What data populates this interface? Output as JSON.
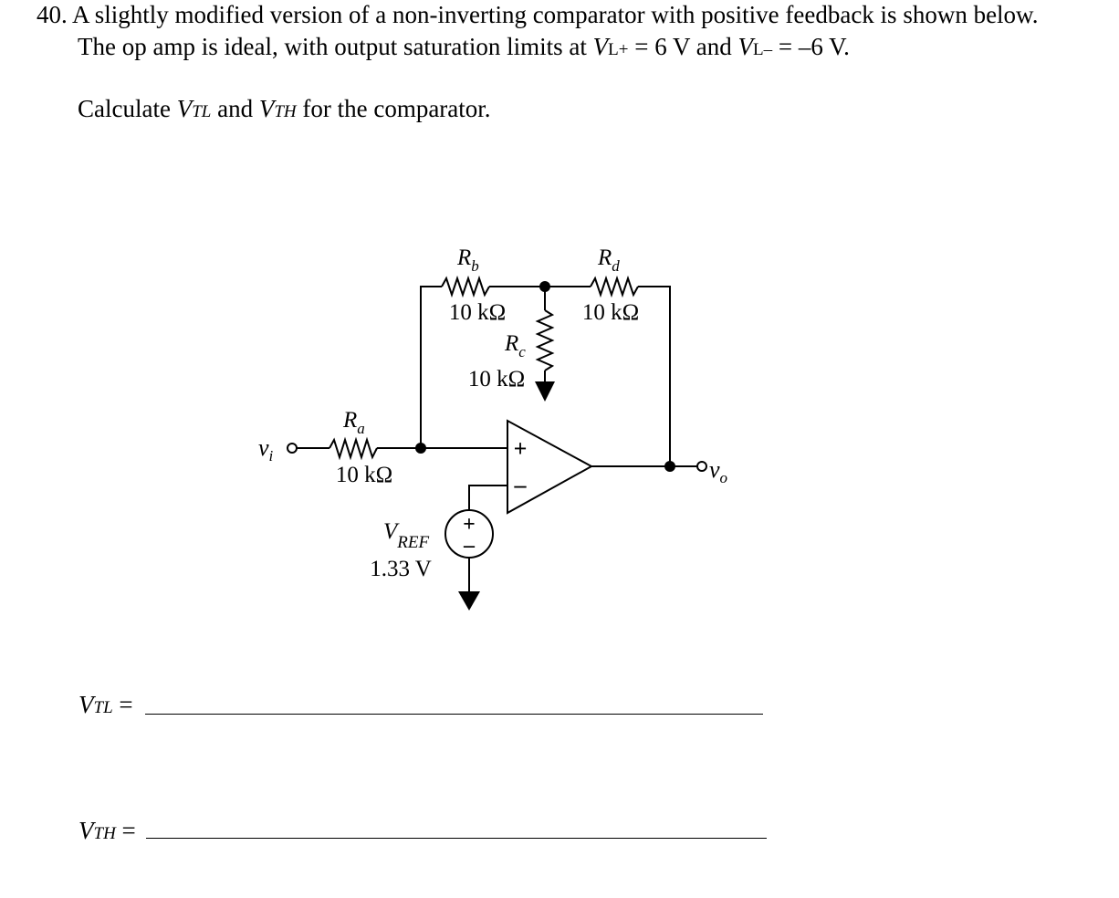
{
  "problem": {
    "number": "40.",
    "line1": "A slightly modified version of a non-inverting comparator with positive feedback is shown below.",
    "line2_a": "The op amp is ideal, with output saturation limits at ",
    "line2_vlp_main": "V",
    "line2_vlp_sub": "L+",
    "line2_b": " = 6 V and ",
    "line2_vlm_main": "V",
    "line2_vlm_sub": "L–",
    "line2_c": " = –6 V.",
    "line3_a": "Calculate ",
    "line3_vtl_main": "V",
    "line3_vtl_sub": "TL",
    "line3_b": " and ",
    "line3_vth_main": "V",
    "line3_vth_sub": "TH",
    "line3_c": " for the comparator."
  },
  "circuit": {
    "input_label": "v",
    "input_sub": "i",
    "output_label": "v",
    "output_sub": "o",
    "ra": {
      "name": "R",
      "sub": "a",
      "value": "10 kΩ"
    },
    "rb": {
      "name": "R",
      "sub": "b",
      "value": "10 kΩ"
    },
    "rc": {
      "name": "R",
      "sub": "c",
      "value": "10 kΩ"
    },
    "rd": {
      "name": "R",
      "sub": "d",
      "value": "10 kΩ"
    },
    "vref": {
      "name": "V",
      "sub": "REF",
      "value": "1.33 V"
    },
    "opamp_plus": "+",
    "opamp_minus": "–",
    "source_plus": "+",
    "source_minus": "–"
  },
  "answers": {
    "vtl_main": "V",
    "vtl_sub": "TL",
    "vtl_eq": " =",
    "vth_main": "V",
    "vth_sub": "TH",
    "vth_eq": " ="
  }
}
